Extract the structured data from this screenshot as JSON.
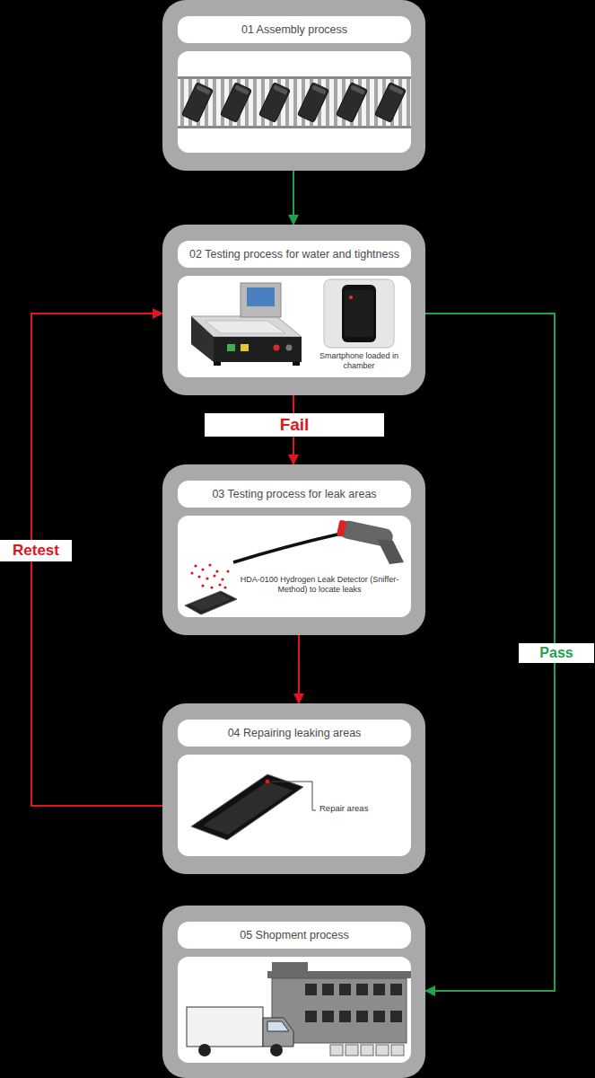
{
  "diagram": {
    "nodes": [
      {
        "text": [
          "01 Assembly process"
        ]
      },
      {
        "text": [
          "02 Testing process for water and tightness"
        ]
      },
      {
        "text": [
          "03 Testing process for leak areas"
        ]
      },
      {
        "text": [
          "04 Repairing leaking areas"
        ]
      },
      {
        "text": [
          "05 Shopment process"
        ]
      }
    ],
    "edges": [
      {
        "from": 0,
        "to": 1,
        "arrow": "to"
      },
      {
        "from": 1,
        "to": 2,
        "label": "Fail",
        "arrow": "to"
      },
      {
        "from": 2,
        "to": 3,
        "arrow": "to"
      },
      {
        "from": 3,
        "to": 1,
        "label": "Retest",
        "arrow": "to"
      },
      {
        "from": 1,
        "to": 4,
        "label": "Pass",
        "arrow": "to"
      }
    ],
    "labels": [
      "Smartphone loaded in chamber",
      "HDA-0100 Hydrogen Leak Detector (Sniffer-Method) to locate leaks",
      "Repair areas"
    ]
  }
}
